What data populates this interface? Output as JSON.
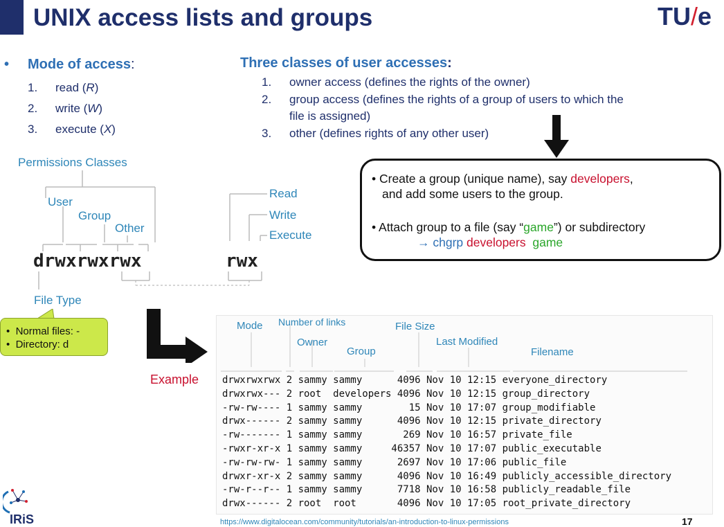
{
  "header": {
    "title": "UNIX access lists and groups",
    "logo_left": "TU",
    "logo_slash": "/",
    "logo_right": "e"
  },
  "mode": {
    "bullet": "•",
    "heading": "Mode of access",
    "colon": ":",
    "items": [
      {
        "num": "1.",
        "text": "read (",
        "letter": "R",
        "close": ")"
      },
      {
        "num": "2.",
        "text": "write (",
        "letter": "W",
        "close": ")"
      },
      {
        "num": "3.",
        "text": "execute (",
        "letter": "X",
        "close": ")"
      }
    ]
  },
  "classes": {
    "heading": "Three classes of user accesses",
    "colon": ":",
    "items": [
      {
        "num": "1.",
        "text": "owner access (defines the rights of the owner)"
      },
      {
        "num": "2.",
        "text": "group access (defines the rights of a group of users to which the"
      },
      {
        "num": "",
        "text": "file is assigned)"
      },
      {
        "num": "3.",
        "text": "other (defines rights of any other user)"
      }
    ]
  },
  "permissions_diagram": {
    "title": "Permissions Classes",
    "user": "User",
    "group": "Group",
    "other": "Other",
    "perm_string": "drwxrwxrwx",
    "rwx": "rwx",
    "read": "Read",
    "write": "Write",
    "execute": "Execute",
    "file_type": "File Type"
  },
  "file_type_note": {
    "lines": [
      "Normal files: -",
      "Directory: d"
    ]
  },
  "callout": {
    "line1_pre": "• Create a group (unique name), say ",
    "line1_red": "developers",
    "line1_post": ",",
    "line2": "and add some users to the group.",
    "line3_pre": "• Attach group to a file (say “",
    "line3_green": "game",
    "line3_post": "”) or subdirectory",
    "line4_arrow": "→ chgrp ",
    "line4_red": "developers",
    "line4_green": "game"
  },
  "example": {
    "label": "Example",
    "headers": {
      "mode": "Mode",
      "links": "Number of links",
      "owner": "Owner",
      "group": "Group",
      "size": "File Size",
      "modified": "Last Modified",
      "filename": "Filename"
    },
    "listing": "drwxrwxrwx 2 sammy sammy      4096 Nov 10 12:15 everyone_directory\ndrwxrwx--- 2 root  developers 4096 Nov 10 12:15 group_directory\n-rw-rw---- 1 sammy sammy        15 Nov 10 17:07 group_modifiable\ndrwx------ 2 sammy sammy      4096 Nov 10 12:15 private_directory\n-rw------- 1 sammy sammy       269 Nov 10 16:57 private_file\n-rwxr-xr-x 1 sammy sammy     46357 Nov 10 17:07 public_executable\n-rw-rw-rw- 1 sammy sammy      2697 Nov 10 17:06 public_file\ndrwxr-xr-x 2 sammy sammy      4096 Nov 10 16:49 publicly_accessible_directory\n-rw-r--r-- 1 sammy sammy      7718 Nov 10 16:58 publicly_readable_file\ndrwx------ 2 root  root       4096 Nov 10 17:05 root_private_directory"
  },
  "footer": {
    "url": "https://www.digitalocean.com/community/tutorials/an-introduction-to-linux-permissions",
    "page_number": "17",
    "iris": "IRiS"
  }
}
